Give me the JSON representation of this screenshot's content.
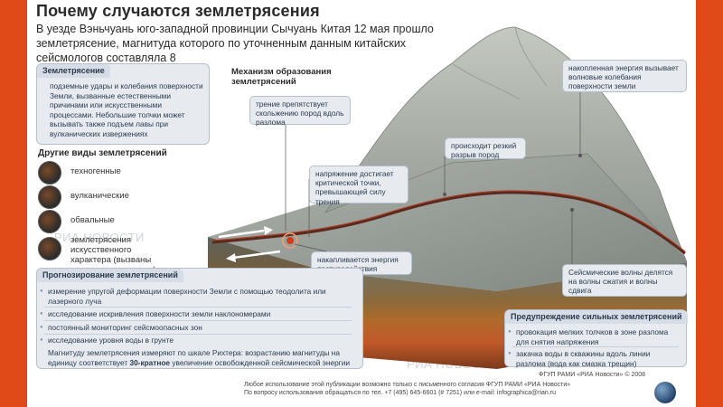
{
  "title": "Почему случаются землетрясения",
  "intro": "В уезде Вэньчуань юго-западной провинции Сычуань Китая 12 мая прошло землетрясение, магнитуда которого по уточненным данным китайских сейсмологов составляла 8",
  "watermark": "РИА НОВОСТИ",
  "earthquake_panel": {
    "heading": "Землетрясение",
    "text": "подземные удары и колебания поверхности Земли, вызванные естественными причинами или искусственными процессами. Небольшие толчки может вызывать также подъем лавы при вулканических извержениях"
  },
  "types": {
    "heading": "Другие виды землетрясений",
    "items": [
      {
        "label": "техногенные"
      },
      {
        "label": "вулканические"
      },
      {
        "label": "обвальные"
      },
      {
        "label": "землетрясения искусственного характера (вызваны ядерными взрывами)"
      }
    ]
  },
  "mechanism": {
    "title": "Механизм образования землетрясений",
    "callouts": {
      "friction": "трение препятствует скольжению пород вдоль разлома",
      "stress": "напряжение достигает критической точки, превышающей силу трения",
      "rupture": "происходит резкий разрыв пород",
      "energy": "накапливается энергия противодействия",
      "waves": "накопленная энергия вызывает волновые колебания поверхности земли",
      "seismic": "Сейсмические волны делятся на волны сжатия и волны сдвига"
    }
  },
  "forecast": {
    "heading": "Прогнозирование землетрясений",
    "items": [
      "измерение упругой деформации поверхности Земли с помощью теодолита или лазерного луча",
      "исследование искривления поверхности земли наклономерами",
      "постоянный мониторинг сейсмоопасных зон",
      "исследование уровня воды в грунте"
    ],
    "richter_before": "Магнитуду землетрясения измеряют по шкале Рихтера: возрастанию магнитуды на единицу соответствует ",
    "richter_bold": "30-кратное",
    "richter_after": " увеличение освобожденной сейсмической энергии"
  },
  "warning": {
    "heading": "Предупреждение сильных землетрясений",
    "items": [
      "провокация мелких толчков в зоне разлома для снятия напряжения",
      "закачка воды в скважины вдоль линии разлома (вода как смазка трещин)"
    ]
  },
  "footer": {
    "credit": "ФГУП РАМИ «РИА Новости» © 2008",
    "rights": "Любое использование этой публикации возможно только с письменного согласия ФГУП РАМИ «РИА Новости»",
    "contact": "По вопросу использования обращаться по тел. +7 (495) 645-6601 (# 7251) или e-mail: infographica@rian.ru"
  },
  "colors": {
    "frame": "#e04a18",
    "panel": "#e7ebf0",
    "rock": "#8f9590",
    "fault": "#c0392b"
  }
}
